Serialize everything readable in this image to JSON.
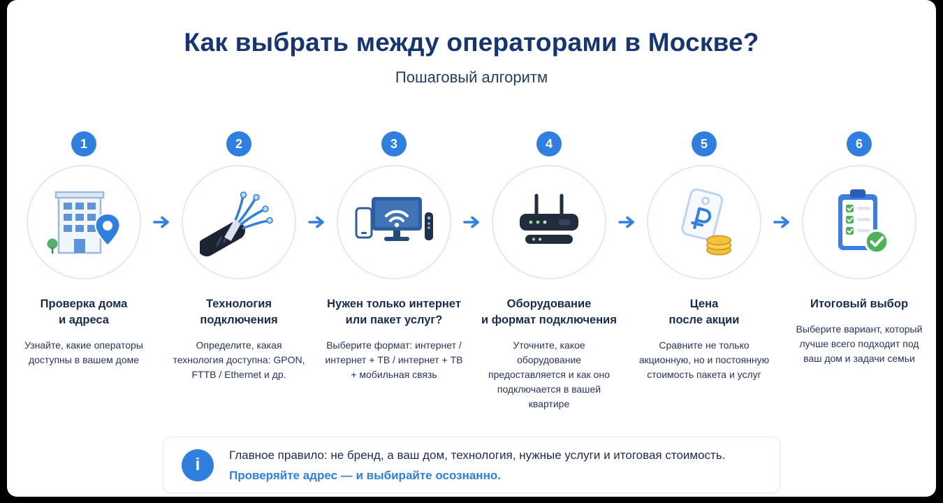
{
  "header": {
    "title": "Как выбрать между операторами в Москве?",
    "subtitle": "Пошаговый алгоритм"
  },
  "colors": {
    "accent_blue": "#2e7fe0",
    "title_navy": "#163572",
    "text_dark": "#24355a",
    "circle_border": "#dfe9f7",
    "success_green": "#4db05a",
    "coin_gold": "#f5c33b",
    "frame_black": "#000000"
  },
  "steps": [
    {
      "number": "1",
      "icon": "building-location-icon",
      "title_lines": [
        "Проверка дома",
        "и адреса"
      ],
      "description": "Узнайте, какие операторы доступны в вашем доме"
    },
    {
      "number": "2",
      "icon": "fiber-cable-icon",
      "title_lines": [
        "Технология",
        "подключения"
      ],
      "description": "Определите, какая технология доступна: GPON, FTTB / Ethernet и др."
    },
    {
      "number": "3",
      "icon": "devices-wifi-icon",
      "title_lines": [
        "Нужен только интернет",
        "или пакет услуг?"
      ],
      "description": "Выберите формат: интернет / интернет + ТВ / интернет + ТВ + мобильная связь"
    },
    {
      "number": "4",
      "icon": "router-icon",
      "title_lines": [
        "Оборудование",
        "и формат подключения"
      ],
      "description": "Уточните, какое оборудование предоставляется и как оно подключается в вашей квартире"
    },
    {
      "number": "5",
      "icon": "price-tag-coins-icon",
      "title_lines": [
        "Цена",
        "после акции"
      ],
      "description": "Сравните не только акционную, но и постоянную стоимость пакета и услуг"
    },
    {
      "number": "6",
      "icon": "checklist-icon",
      "title_lines": [
        "Итоговый выбор"
      ],
      "description": "Выберите вариант, который лучше всего подходит под ваш дом и задачи семьи"
    }
  ],
  "arrow_icon_name": "arrow-right-icon",
  "callout": {
    "icon": "info-icon",
    "icon_glyph": "i",
    "line1": "Главное правило: не бренд, а ваш дом, технология, нужные услуги и итоговая стоимость.",
    "line2": "Проверяйте адрес — и выбирайте осознанно."
  }
}
